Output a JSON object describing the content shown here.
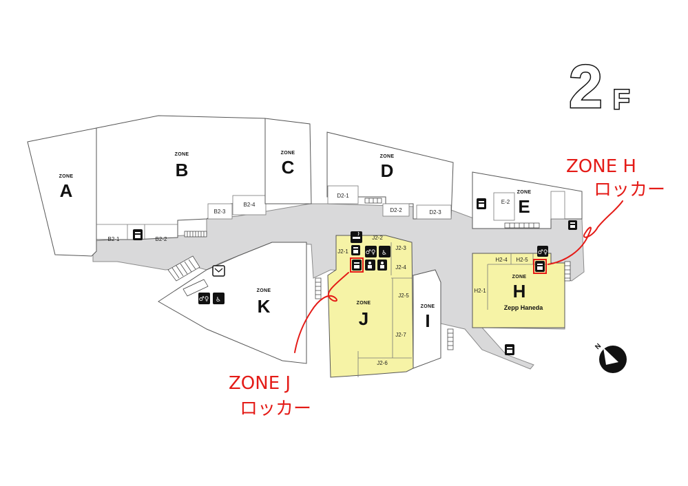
{
  "floor": {
    "number": "2",
    "suffix": "F"
  },
  "zone_word": "ZONE",
  "zones": {
    "A": "A",
    "B": "B",
    "C": "C",
    "D": "D",
    "E": "E",
    "H": "H",
    "I": "I",
    "J": "J",
    "K": "K"
  },
  "venue": "Zepp Haneda",
  "units": {
    "B2-1": "B2-1",
    "B2-2": "B2-2",
    "B2-3": "B2-3",
    "B2-4": "B2-4",
    "D2-1": "D2-1",
    "D2-2": "D2-2",
    "D2-3": "D2-3",
    "E-2": "E-2",
    "H2-1": "H2-1",
    "H2-4": "H2-4",
    "H2-5": "H2-5",
    "J2-1": "J2-1",
    "J2-2": "J2-2",
    "J2-3": "J2-3",
    "J2-4": "J2-4",
    "J2-5": "J2-5",
    "J2-6": "J2-6",
    "J2-7": "J2-7"
  },
  "annotations": {
    "zone_h_title": "ZONE H",
    "zone_h_sub": "ロッカー",
    "zone_j_title": "ZONE J",
    "zone_j_sub": "ロッカー"
  },
  "compass": {
    "north": "N"
  },
  "colors": {
    "corridor": "#d9d9da",
    "zone_fill": "#ffffff",
    "highlight": "#f6f3a6",
    "annotation": "#e41b17",
    "icon": "#111111"
  },
  "icons": [
    "locker-icon",
    "restroom-icon",
    "accessible-icon",
    "smoking-icon",
    "nursing-icon",
    "mail-icon"
  ]
}
